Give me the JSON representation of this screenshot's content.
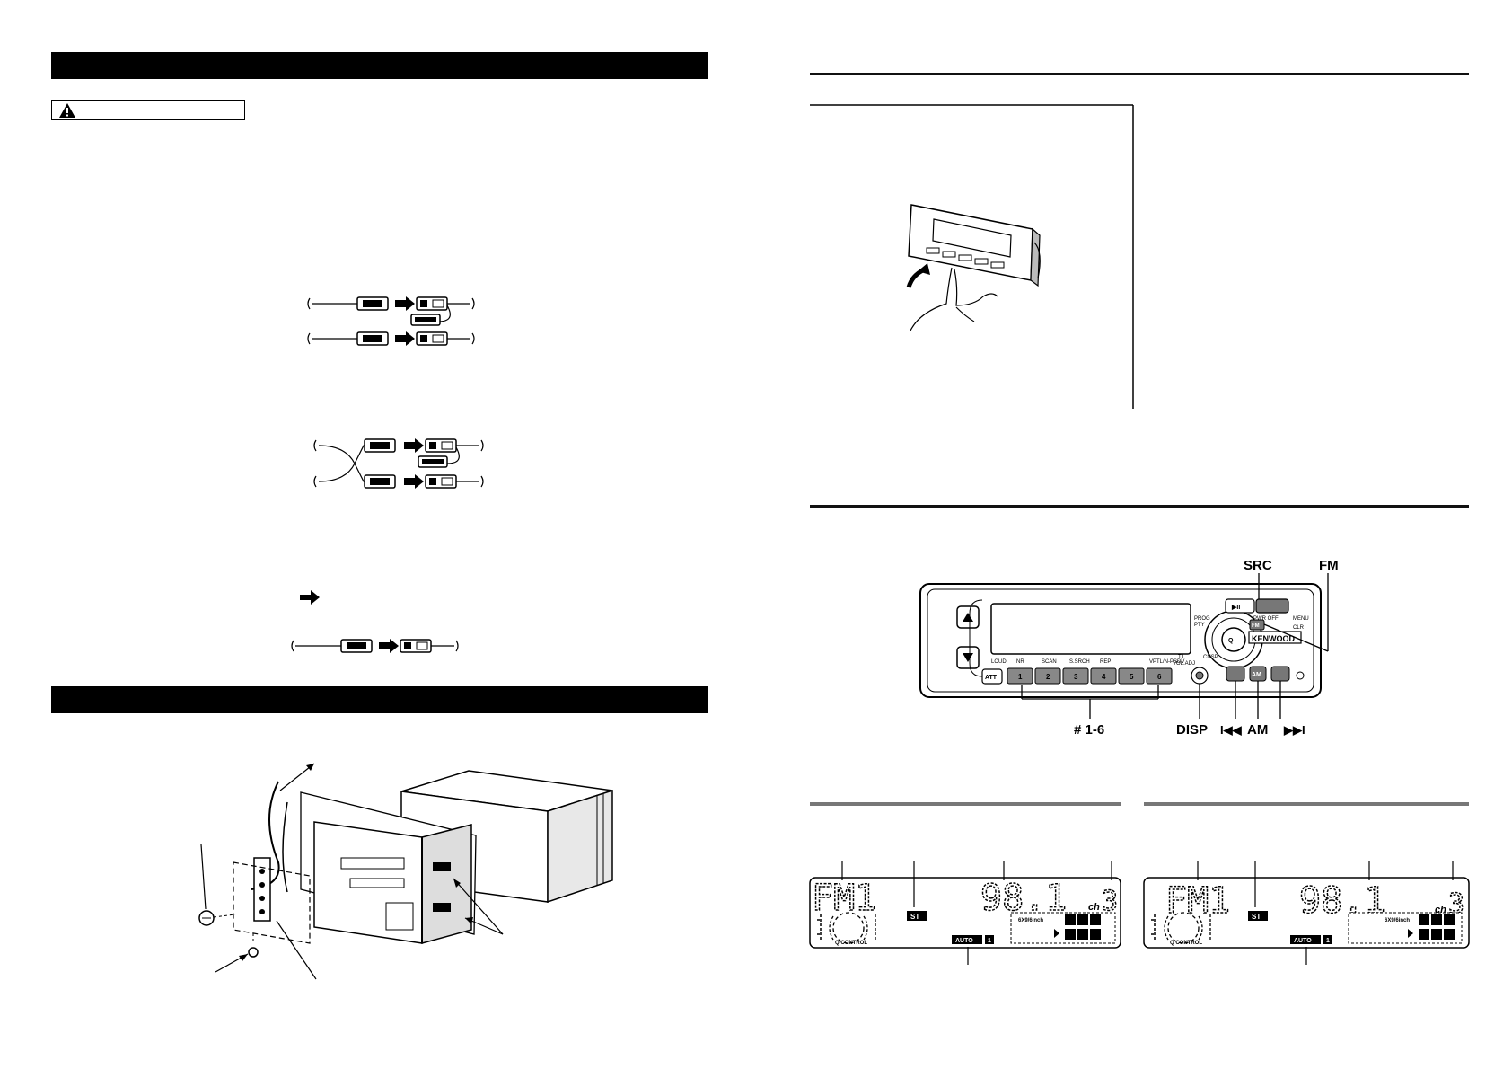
{
  "left_page": {
    "header_bar_1": "",
    "warning_box": {
      "icon": "warning-triangle-icon",
      "label": ""
    },
    "header_bar_2": ""
  },
  "right_page": {
    "front_panel_labels": {
      "src": "SRC",
      "fm": "FM",
      "presets": "# 1-6",
      "disp": "DISP",
      "prev": "I◀◀",
      "am": "AM",
      "next": "▶▶I"
    },
    "faceplate": {
      "brand": "KENWOOD",
      "att": "ATT",
      "preset_numbers": [
        "1",
        "2",
        "3",
        "4",
        "5",
        "6"
      ]
    },
    "display_left": {
      "band": "FM1",
      "stereo": "ST",
      "frequency": "98.1",
      "channel_unit": "ch",
      "channel": "3",
      "speaker": "6X9/6inch",
      "auto": "AUTO",
      "auto_num": "1",
      "control": "Q CONTROL"
    },
    "display_right": {
      "band": "FM1",
      "stereo": "ST",
      "frequency": "98.1",
      "channel_unit": "ch",
      "channel": "3",
      "speaker": "6X9/6inch",
      "auto": "AUTO",
      "auto_num": "1",
      "control": "Q CONTROL"
    }
  }
}
